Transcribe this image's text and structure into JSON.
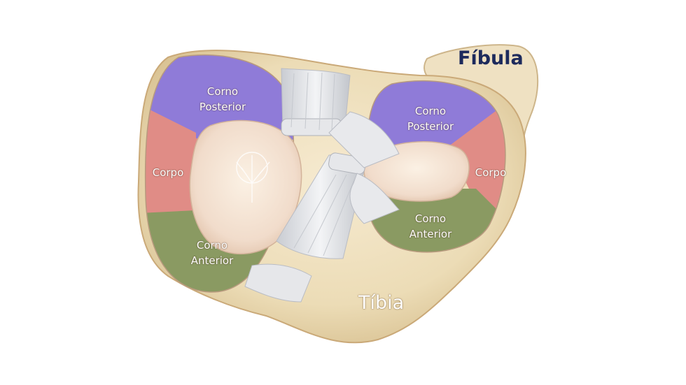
{
  "bones": {
    "fibula": "Fíbula",
    "tibia": "Tíbia"
  },
  "medial_meniscus": {
    "posterior": [
      "Corno",
      "Posterior"
    ],
    "body": "Corpo",
    "anterior": [
      "Corno",
      "Anterior"
    ]
  },
  "lateral_meniscus": {
    "posterior": [
      "Corno",
      "Posterior"
    ],
    "body": "Corpo",
    "anterior": [
      "Corno",
      "Anterior"
    ]
  },
  "colors": {
    "posterior_horn": "#8f7bd8",
    "body": "#e08c86",
    "anterior_horn": "#8a9a62",
    "bone": "#ead9b4",
    "fibula_title": "#1d2a5c"
  }
}
